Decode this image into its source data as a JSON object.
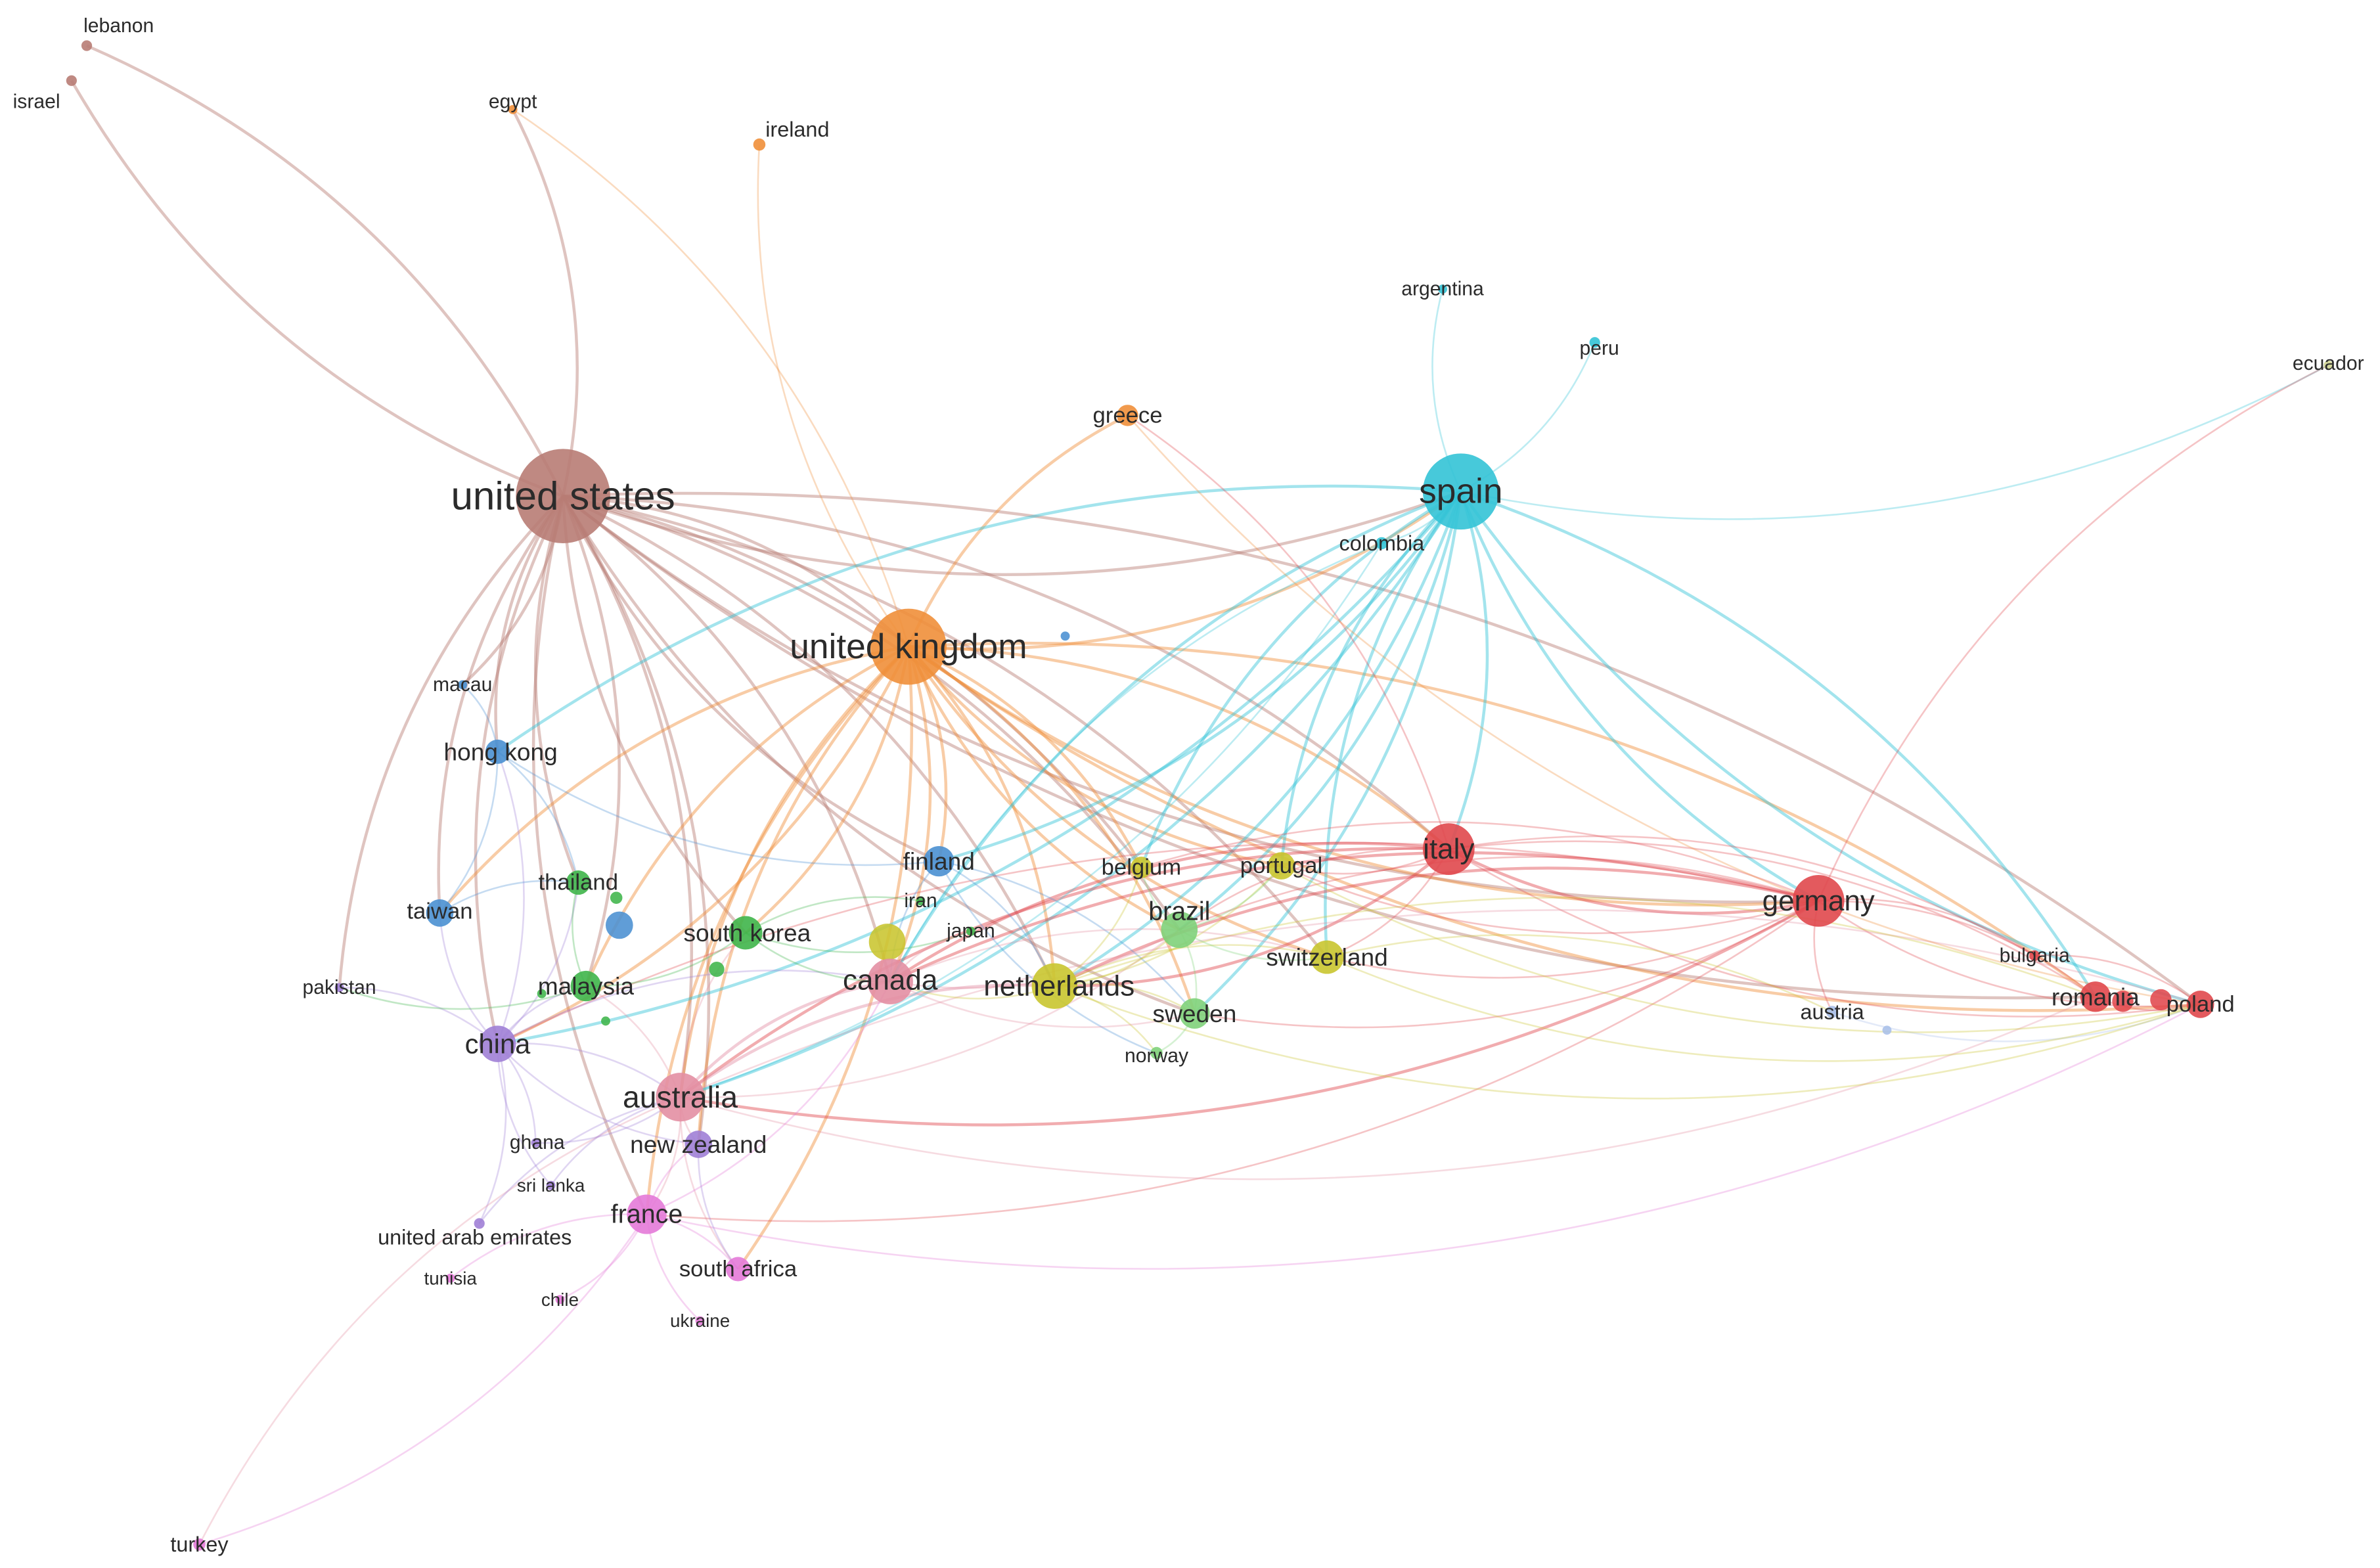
{
  "clusters": {
    "brown": "#b87c74",
    "orange": "#ef8f3a",
    "cyan": "#33c3d6",
    "red": "#e0484d",
    "blue": "#4a90d2",
    "green": "#3fb54a",
    "yellow": "#c9c52f",
    "lightgreen": "#7fd27a",
    "pink": "#e38fa3",
    "purple": "#a07fd6",
    "magenta": "#e47ad8",
    "olive": "#cfd391",
    "lightblue": "#a9bfe8"
  },
  "nodes": [
    {
      "id": "united states",
      "label": "united states",
      "cluster": "brown"
    },
    {
      "id": "lebanon",
      "label": "lebanon",
      "cluster": "brown"
    },
    {
      "id": "israel",
      "label": "israel",
      "cluster": "brown"
    },
    {
      "id": "egypt",
      "label": "egypt",
      "cluster": "orange"
    },
    {
      "id": "ireland",
      "label": "ireland",
      "cluster": "orange"
    },
    {
      "id": "greece",
      "label": "greece",
      "cluster": "orange"
    },
    {
      "id": "united kingdom",
      "label": "united kingdom",
      "cluster": "orange"
    },
    {
      "id": "spain",
      "label": "spain",
      "cluster": "cyan"
    },
    {
      "id": "argentina",
      "label": "argentina",
      "cluster": "cyan"
    },
    {
      "id": "peru",
      "label": "peru",
      "cluster": "cyan"
    },
    {
      "id": "colombia",
      "label": "colombia",
      "cluster": "cyan"
    },
    {
      "id": "ecuador",
      "label": "ecuador",
      "cluster": "olive"
    },
    {
      "id": "macau",
      "label": "macau",
      "cluster": "blue"
    },
    {
      "id": "hong kong",
      "label": "hong kong",
      "cluster": "blue"
    },
    {
      "id": "taiwan",
      "label": "taiwan",
      "cluster": "blue"
    },
    {
      "id": "finland",
      "label": "finland",
      "cluster": "blue"
    },
    {
      "id": "thailand",
      "label": "thailand",
      "cluster": "green"
    },
    {
      "id": "south korea",
      "label": "south korea",
      "cluster": "green"
    },
    {
      "id": "malaysia",
      "label": "malaysia",
      "cluster": "green"
    },
    {
      "id": "iran",
      "label": "iran",
      "cluster": "green"
    },
    {
      "id": "japan",
      "label": "japan",
      "cluster": "green"
    },
    {
      "id": "belgium",
      "label": "belgium",
      "cluster": "yellow"
    },
    {
      "id": "portugal",
      "label": "portugal",
      "cluster": "yellow"
    },
    {
      "id": "brazil",
      "label": "brazil",
      "cluster": "lightgreen"
    },
    {
      "id": "switzerland",
      "label": "switzerland",
      "cluster": "yellow"
    },
    {
      "id": "netherlands",
      "label": "netherlands",
      "cluster": "yellow"
    },
    {
      "id": "sweden",
      "label": "sweden",
      "cluster": "lightgreen"
    },
    {
      "id": "norway",
      "label": "norway",
      "cluster": "lightgreen"
    },
    {
      "id": "canada",
      "label": "canada",
      "cluster": "pink"
    },
    {
      "id": "italy",
      "label": "italy",
      "cluster": "red"
    },
    {
      "id": "germany",
      "label": "germany",
      "cluster": "red"
    },
    {
      "id": "bulgaria",
      "label": "bulgaria",
      "cluster": "red"
    },
    {
      "id": "austria",
      "label": "austria",
      "cluster": "lightblue"
    },
    {
      "id": "romania",
      "label": "romania",
      "cluster": "red"
    },
    {
      "id": "poland",
      "label": "poland",
      "cluster": "red"
    },
    {
      "id": "pakistan",
      "label": "pakistan",
      "cluster": "purple"
    },
    {
      "id": "china",
      "label": "china",
      "cluster": "purple"
    },
    {
      "id": "australia",
      "label": "australia",
      "cluster": "pink"
    },
    {
      "id": "ghana",
      "label": "ghana",
      "cluster": "purple"
    },
    {
      "id": "new zealand",
      "label": "new zealand",
      "cluster": "purple"
    },
    {
      "id": "sri lanka",
      "label": "sri lanka",
      "cluster": "purple"
    },
    {
      "id": "united arab emirates",
      "label": "united arab emirates",
      "cluster": "purple"
    },
    {
      "id": "france",
      "label": "france",
      "cluster": "magenta"
    },
    {
      "id": "tunisia",
      "label": "tunisia",
      "cluster": "magenta"
    },
    {
      "id": "chile",
      "label": "chile",
      "cluster": "magenta"
    },
    {
      "id": "south africa",
      "label": "south africa",
      "cluster": "magenta"
    },
    {
      "id": "ukraine",
      "label": "ukraine",
      "cluster": "magenta"
    },
    {
      "id": "turkey",
      "label": "turkey",
      "cluster": "magenta"
    }
  ],
  "links": [
    [
      "united states",
      "lebanon"
    ],
    [
      "united states",
      "israel"
    ],
    [
      "united states",
      "egypt"
    ],
    [
      "united states",
      "united kingdom"
    ],
    [
      "united states",
      "spain"
    ],
    [
      "united states",
      "canada"
    ],
    [
      "united states",
      "china"
    ],
    [
      "united states",
      "australia"
    ],
    [
      "united states",
      "hong kong"
    ],
    [
      "united states",
      "macau"
    ],
    [
      "united states",
      "taiwan"
    ],
    [
      "united states",
      "netherlands"
    ],
    [
      "united states",
      "germany"
    ],
    [
      "united states",
      "italy"
    ],
    [
      "united states",
      "south korea"
    ],
    [
      "united states",
      "malaysia"
    ],
    [
      "united states",
      "thailand"
    ],
    [
      "united states",
      "brazil"
    ],
    [
      "united states",
      "finland"
    ],
    [
      "united states",
      "new zealand"
    ],
    [
      "united states",
      "france"
    ],
    [
      "united states",
      "switzerland"
    ],
    [
      "united states",
      "sweden"
    ],
    [
      "united states",
      "belgium"
    ],
    [
      "united states",
      "pakistan"
    ],
    [
      "united states",
      "poland"
    ],
    [
      "united states",
      "romania"
    ],
    [
      "united kingdom",
      "ireland"
    ],
    [
      "united kingdom",
      "egypt"
    ],
    [
      "united kingdom",
      "greece"
    ],
    [
      "united kingdom",
      "spain"
    ],
    [
      "united kingdom",
      "italy"
    ],
    [
      "united kingdom",
      "germany"
    ],
    [
      "united kingdom",
      "canada"
    ],
    [
      "united kingdom",
      "australia"
    ],
    [
      "united kingdom",
      "netherlands"
    ],
    [
      "united kingdom",
      "brazil"
    ],
    [
      "united kingdom",
      "finland"
    ],
    [
      "united kingdom",
      "portugal"
    ],
    [
      "united kingdom",
      "belgium"
    ],
    [
      "united kingdom",
      "switzerland"
    ],
    [
      "united kingdom",
      "china"
    ],
    [
      "united kingdom",
      "malaysia"
    ],
    [
      "united kingdom",
      "south korea"
    ],
    [
      "united kingdom",
      "france"
    ],
    [
      "united kingdom",
      "romania"
    ],
    [
      "united kingdom",
      "poland"
    ],
    [
      "united kingdom",
      "sweden"
    ],
    [
      "united kingdom",
      "new zealand"
    ],
    [
      "united kingdom",
      "south africa"
    ],
    [
      "united kingdom",
      "taiwan"
    ],
    [
      "spain",
      "argentina"
    ],
    [
      "spain",
      "peru"
    ],
    [
      "spain",
      "colombia"
    ],
    [
      "spain",
      "ecuador"
    ],
    [
      "spain",
      "italy"
    ],
    [
      "spain",
      "germany"
    ],
    [
      "spain",
      "brazil"
    ],
    [
      "spain",
      "portugal"
    ],
    [
      "spain",
      "netherlands"
    ],
    [
      "spain",
      "canada"
    ],
    [
      "spain",
      "finland"
    ],
    [
      "spain",
      "switzerland"
    ],
    [
      "spain",
      "australia"
    ],
    [
      "spain",
      "poland"
    ],
    [
      "spain",
      "romania"
    ],
    [
      "spain",
      "hong kong"
    ],
    [
      "spain",
      "china"
    ],
    [
      "spain",
      "belgium"
    ],
    [
      "spain",
      "sweden"
    ],
    [
      "italy",
      "germany"
    ],
    [
      "italy",
      "romania"
    ],
    [
      "italy",
      "poland"
    ],
    [
      "italy",
      "bulgaria"
    ],
    [
      "italy",
      "brazil"
    ],
    [
      "italy",
      "netherlands"
    ],
    [
      "italy",
      "canada"
    ],
    [
      "italy",
      "switzerland"
    ],
    [
      "italy",
      "australia"
    ],
    [
      "italy",
      "portugal"
    ],
    [
      "italy",
      "greece"
    ],
    [
      "germany",
      "romania"
    ],
    [
      "germany",
      "poland"
    ],
    [
      "germany",
      "bulgaria"
    ],
    [
      "germany",
      "austria"
    ],
    [
      "germany",
      "ecuador"
    ],
    [
      "germany",
      "netherlands"
    ],
    [
      "germany",
      "switzerland"
    ],
    [
      "germany",
      "canada"
    ],
    [
      "germany",
      "australia"
    ],
    [
      "germany",
      "brazil"
    ],
    [
      "germany",
      "portugal"
    ],
    [
      "germany",
      "belgium"
    ],
    [
      "germany",
      "france"
    ],
    [
      "germany",
      "china"
    ],
    [
      "germany",
      "sweden"
    ],
    [
      "romania",
      "poland"
    ],
    [
      "bulgaria",
      "poland"
    ],
    [
      "austria",
      "poland"
    ],
    [
      "china",
      "australia"
    ],
    [
      "china",
      "pakistan"
    ],
    [
      "china",
      "taiwan"
    ],
    [
      "china",
      "hong kong"
    ],
    [
      "china",
      "malaysia"
    ],
    [
      "china",
      "thailand"
    ],
    [
      "china",
      "ghana"
    ],
    [
      "china",
      "sri lanka"
    ],
    [
      "china",
      "united arab emirates"
    ],
    [
      "china",
      "new zealand"
    ],
    [
      "china",
      "canada"
    ],
    [
      "australia",
      "new zealand"
    ],
    [
      "australia",
      "france"
    ],
    [
      "australia",
      "malaysia"
    ],
    [
      "australia",
      "canada"
    ],
    [
      "australia",
      "south africa"
    ],
    [
      "australia",
      "netherlands"
    ],
    [
      "australia",
      "brazil"
    ],
    [
      "australia",
      "south korea"
    ],
    [
      "australia",
      "turkey"
    ],
    [
      "australia",
      "poland"
    ],
    [
      "australia",
      "romania"
    ],
    [
      "france",
      "south africa"
    ],
    [
      "france",
      "tunisia"
    ],
    [
      "france",
      "chile"
    ],
    [
      "france",
      "ukraine"
    ],
    [
      "france",
      "new zealand"
    ],
    [
      "france",
      "canada"
    ],
    [
      "france",
      "turkey"
    ],
    [
      "france",
      "poland"
    ],
    [
      "hong kong",
      "taiwan"
    ],
    [
      "hong kong",
      "macau"
    ],
    [
      "hong kong",
      "thailand"
    ],
    [
      "hong kong",
      "finland"
    ],
    [
      "malaysia",
      "thailand"
    ],
    [
      "malaysia",
      "south korea"
    ],
    [
      "malaysia",
      "pakistan"
    ],
    [
      "south korea",
      "japan"
    ],
    [
      "south korea",
      "iran"
    ],
    [
      "south korea",
      "canada"
    ],
    [
      "finland",
      "netherlands"
    ],
    [
      "finland",
      "canada"
    ],
    [
      "finland",
      "sweden"
    ],
    [
      "finland",
      "norway"
    ],
    [
      "netherlands",
      "canada"
    ],
    [
      "netherlands",
      "brazil"
    ],
    [
      "netherlands",
      "sweden"
    ],
    [
      "netherlands",
      "belgium"
    ],
    [
      "netherlands",
      "switzerland"
    ],
    [
      "netherlands",
      "portugal"
    ],
    [
      "netherlands",
      "norway"
    ],
    [
      "netherlands",
      "poland"
    ],
    [
      "netherlands",
      "romania"
    ],
    [
      "canada",
      "brazil"
    ],
    [
      "canada",
      "switzerland"
    ],
    [
      "canada",
      "sweden"
    ],
    [
      "canada",
      "japan"
    ],
    [
      "brazil",
      "portugal"
    ],
    [
      "brazil",
      "sweden"
    ],
    [
      "brazil",
      "switzerland"
    ],
    [
      "brazil",
      "belgium"
    ],
    [
      "switzerland",
      "poland"
    ],
    [
      "switzerland",
      "austria"
    ],
    [
      "portugal",
      "poland"
    ],
    [
      "sweden",
      "norway"
    ],
    [
      "new zealand",
      "south africa"
    ],
    [
      "taiwan",
      "thailand"
    ],
    [
      "colombia",
      "canada"
    ],
    [
      "colombia",
      "australia"
    ],
    [
      "greece",
      "poland"
    ],
    [
      "united arab emirates",
      "australia"
    ],
    [
      "ghana",
      "australia"
    ],
    [
      "sri lanka",
      "australia"
    ]
  ]
}
